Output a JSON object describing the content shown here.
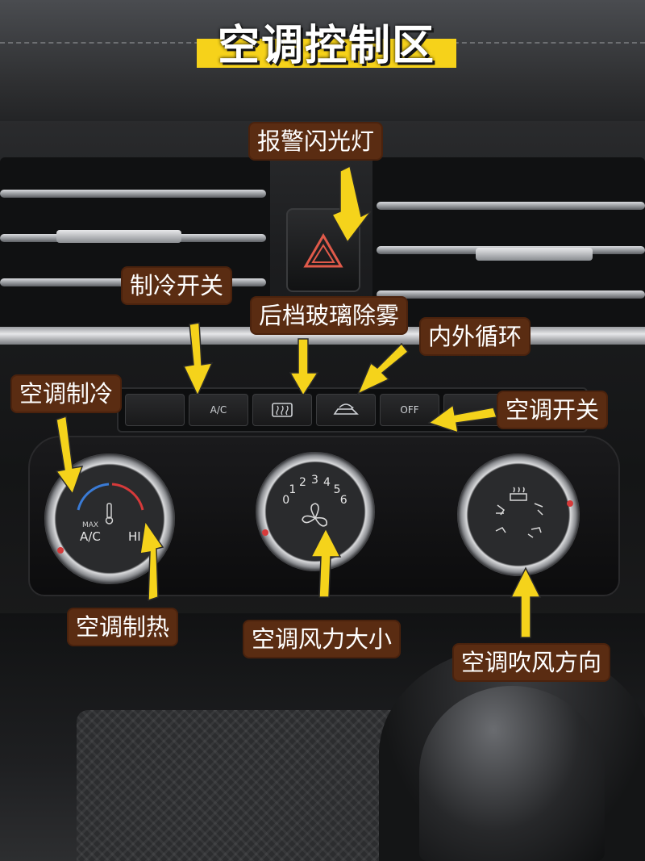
{
  "title": "空调控制区",
  "labels": {
    "hazard": "报警闪光灯",
    "cooling_switch": "制冷开关",
    "rear_defog": "后档玻璃除雾",
    "recirculation": "内外循环",
    "ac_cooling": "空调制冷",
    "ac_power": "空调开关",
    "ac_heating": "空调制热",
    "fan_speed": "空调风力大小",
    "airflow_direction": "空调吹风方向"
  },
  "buttons": {
    "ac": "A/C",
    "off": "OFF"
  },
  "knobs": {
    "temperature": {
      "max_label": "MAX",
      "ac_label": "A/C",
      "hi_label": "HI"
    },
    "fan": {
      "ticks": [
        "0",
        "1",
        "2",
        "3",
        "4",
        "5",
        "6"
      ]
    }
  },
  "colors": {
    "arrow": "#f5d31b",
    "label_bg": "#5a2c12",
    "title_band": "#f6d21a",
    "cold": "#3a7bd5",
    "hot": "#d63a3a",
    "hazard": "#e05a4a"
  }
}
